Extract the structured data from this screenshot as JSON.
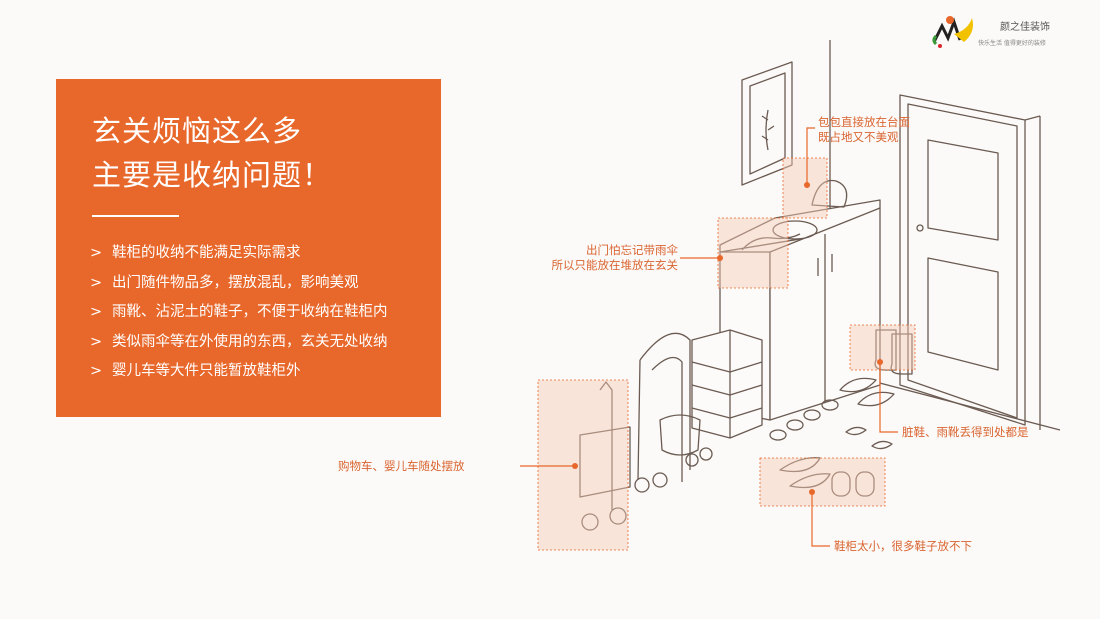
{
  "brand": {
    "name": "颜之佳装饰",
    "slogan": "快乐生活  值得更好的装修",
    "colors": {
      "accent": "#e8672a",
      "line": "#6b5b52",
      "highlight": "#f6c9b3"
    }
  },
  "panel": {
    "title_line1": "玄关烦恼这么多",
    "title_line2": "主要是收纳问题！",
    "bullet_icon": ">",
    "bullets": [
      "鞋柜的收纳不能满足实际需求",
      "出门随件物品多，摆放混乱，影响美观",
      "雨靴、沾泥土的鞋子，不便于收纳在鞋柜内",
      "类似雨伞等在外使用的东西，玄关无处收纳",
      "婴儿车等大件只能暂放鞋柜外"
    ]
  },
  "annotations": {
    "bag_line1": "包包直接放在台面",
    "bag_line2": "既占地又不美观",
    "umbrella_line1": "出门怕忘记带雨伞",
    "umbrella_line2": "所以只能放在堆放在玄关",
    "dirty_shoes": "脏鞋、雨靴丢得到处都是",
    "cart": "购物车、婴儿车随处摆放",
    "shoe_cabinet": "鞋柜太小，很多鞋子放不下"
  }
}
